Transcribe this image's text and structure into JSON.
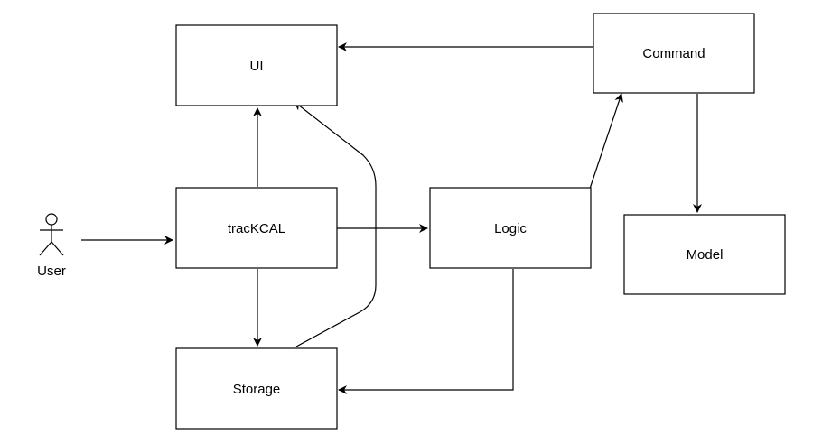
{
  "diagram": {
    "nodes": {
      "ui": "UI",
      "command": "Command",
      "tracKCAL": "tracKCAL",
      "logic": "Logic",
      "model": "Model",
      "storage": "Storage"
    },
    "actor": {
      "label": "User"
    },
    "edges": [
      {
        "from": "User",
        "to": "tracKCAL"
      },
      {
        "from": "tracKCAL",
        "to": "UI"
      },
      {
        "from": "tracKCAL",
        "to": "Logic"
      },
      {
        "from": "tracKCAL",
        "to": "Storage"
      },
      {
        "from": "Logic",
        "to": "Command"
      },
      {
        "from": "Logic",
        "to": "Storage"
      },
      {
        "from": "Command",
        "to": "UI"
      },
      {
        "from": "Command",
        "to": "Model"
      },
      {
        "from": "Storage",
        "to": "UI"
      }
    ]
  }
}
